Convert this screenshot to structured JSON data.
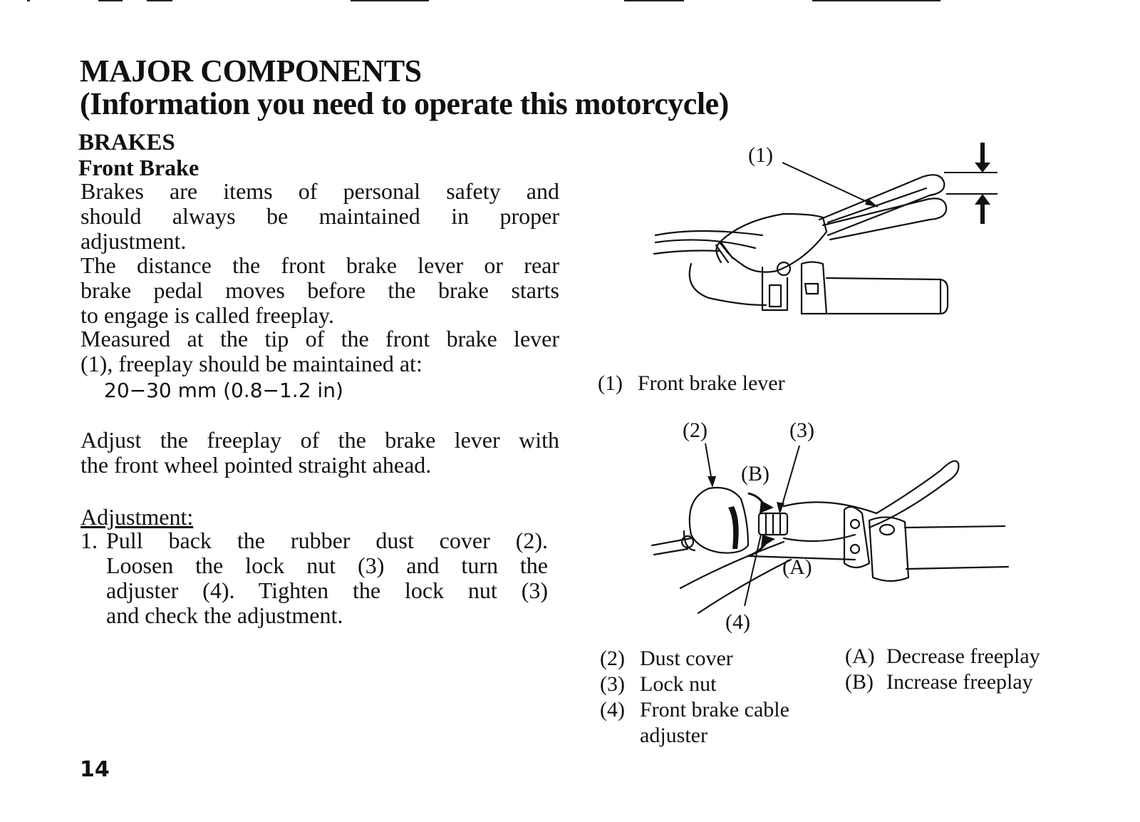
{
  "heading": {
    "title": "MAJOR COMPONENTS",
    "subtitle": "(Information you need to operate this motorcycle)"
  },
  "section": {
    "title": "BRAKES",
    "subsection": "Front Brake"
  },
  "body": {
    "p1_lines": [
      "Brakes are items of personal safety and",
      "should always be maintained in proper",
      "adjustment."
    ],
    "p2_lines": [
      "The distance the front brake lever or rear",
      "brake pedal moves before the brake starts",
      "to engage is called freeplay."
    ],
    "p3_lines": [
      "Measured at the tip of the front brake lever",
      "(1), freeplay should be maintained at:"
    ],
    "spec": "20−30 mm (0.8−1.2 in)",
    "p4_lines": [
      "Adjust the freeplay of the brake lever with",
      "the front wheel pointed straight ahead."
    ],
    "adjustment_heading": "Adjustment:",
    "step_number": "1.",
    "step_lines": [
      "Pull back the rubber dust cover (2).",
      "Loosen the lock nut (3) and turn the",
      "adjuster (4). Tighten the lock nut (3)",
      "and check the adjustment."
    ]
  },
  "figure1": {
    "callout": "(1)",
    "caption_num": "(1)",
    "caption_text": "Front brake lever"
  },
  "figure2": {
    "callouts": {
      "c2": "(2)",
      "c3": "(3)",
      "cB": "(B)",
      "cA": "(A)",
      "c4": "(4)"
    },
    "captions_left": [
      {
        "num": "(2)",
        "text": "Dust cover"
      },
      {
        "num": "(3)",
        "text": "Lock nut"
      },
      {
        "num": "(4)",
        "text": "Front brake cable"
      },
      {
        "num": "",
        "text": "adjuster"
      }
    ],
    "captions_right": [
      {
        "num": "(A)",
        "text": "Decrease freeplay"
      },
      {
        "num": "(B)",
        "text": "Increase freeplay"
      }
    ]
  },
  "page_number": "14"
}
